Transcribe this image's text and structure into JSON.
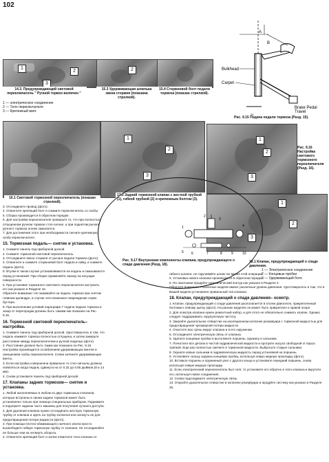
{
  "page_number": "102",
  "photos": {
    "p14_3": {
      "caption": "14.3. Предупреждающий световой переключатель \" Ручной тормоз включен \"",
      "legend": [
        "1 — электрическое соединение",
        "2 — Тело переключателя",
        "3 — Крепежный винт."
      ],
      "callouts": [
        "1",
        "2",
        "3"
      ]
    },
    "p15_3": {
      "caption": "15.3 Удерживающая шпилька звена стержня (показана стрелкой).",
      "callouts": [
        "2"
      ]
    },
    "p15_4": {
      "caption": "15.4 Стержневой болт педали тормоза (показан стрелкой)."
    },
    "p16_1": {
      "caption": "16.1 Световой тормозной переключатель (показан стрелкой)."
    },
    "p17_2": {
      "caption": "17.2 Задний тормозной клапан с жесткой трубкой (1), гибкой трубкой (2) и крепежным болтом (3).",
      "callouts": [
        "1",
        "2",
        "3"
      ]
    },
    "p18_1": {
      "caption": "18.1 Клапан, предупреждающий о спаде давления.",
      "legend": [
        "1 — Электрическое соединение",
        "2 — Концевые пробки",
        "3 — Удерживающий болт."
      ],
      "callouts": [
        "1",
        "2",
        "3"
      ]
    },
    "p9_16": {
      "caption": "Рис. 9.16 Настройка светового тормозного переключателя (Разд. 16).",
      "callouts": [
        "1",
        "2",
        "3"
      ]
    }
  },
  "figures": {
    "fig9_15": {
      "caption": "Рис. 9.15 Подача педали тормоза (Разд. 15).",
      "labels": {
        "bulkhead": "Bulkhead",
        "carpet": "Carpet",
        "travel": "Brake Pedal\nTravel",
        "a": "A",
        "b": "B"
      },
      "number": "24"
    },
    "fig9_17": {
      "caption": "Рис. 9.17 Внутренние компоненты клапана, предупреждающего о спаде давления (Разд. 18).",
      "callouts": [
        "1",
        "2",
        "3",
        "4",
        "5",
        "6",
        "7",
        "8",
        "9",
        "10"
      ]
    }
  },
  "left_column": [
    {
      "type": "p",
      "text": "3. Отсоедините провод (фото)."
    },
    {
      "type": "p",
      "text": "4. Отвинтите крепящий болт и снимите переключатель со скобы."
    },
    {
      "type": "p",
      "text": "5. Сборка производится в обратном порядке."
    },
    {
      "type": "p",
      "text": "6. Для настройки переключателя проверьте то, что при полностью отпущенном ручном тормозе стоп-сигнал, а при поднятом рычаге ручного тормоза огонек зажигается."
    },
    {
      "type": "p",
      "text": "7. Для достижения этого при необходимости сигните крепежную скобу переключателя."
    },
    {
      "type": "h",
      "text": "15. Тормозная педаль— снятие и установка."
    },
    {
      "type": "p",
      "text": "1. Снимите панель под приборной доской."
    },
    {
      "type": "p",
      "text": "2. Снимите тормозной световой переключатель."
    },
    {
      "type": "p",
      "text": "3. Отсоедините звено стержня от рычага педали тормоза (фото)."
    },
    {
      "type": "p",
      "text": "4. Отвинтите и снимите стержневой болт педали и гайку, и снимите педаль (фото)."
    },
    {
      "type": "p",
      "text": "5. Втулки в таком случае устанавливаются на педаль и смазываются перед установкой. При сборке применяйте смазку на несущие поверхности."
    },
    {
      "type": "p",
      "text": "6. При установке тормозного светового переключателя настроить его как указано в Разделе 16."
    },
    {
      "type": "p",
      "text": "Обратите внимание: Не нажимайте на педаль тормоза при снятом главном цилиндре, в случае чего возможно повреждение серво бустера."
    },
    {
      "type": "p",
      "text": "8. При выполнении условий параграфа 7 подача педали тормоза и зазор от перегородки должны быть такими как показано на Рис. 9.15."
    },
    {
      "type": "h",
      "text": "16. Тормозной световой переключатель– настройка."
    },
    {
      "type": "p",
      "text": "1. Снимите панель под приборной доской. Удостоверьтесь в том, что педаль нажмите тормоза полностью отпущена, и затем замерьте расстояние между переключателем и ручной педалью (фото)."
    },
    {
      "type": "p",
      "text": "2. Расстояние должно быть таким как показано на Рис. 9.16. Настройка производится ослаблением удерживающих винтов и смещением скобы переключателя. Снова затяните удерживающие винты."
    },
    {
      "type": "p",
      "text": "3. Если настройка совершенна правильно то стоп-сигналы должны появляться когда педаль сдвинута на от 0.32 до 0.55 дюймов (8 и 14 мм)."
    },
    {
      "type": "p",
      "text": "4. Снова установите панель под приборной доской."
    },
    {
      "type": "h",
      "text": "17. Клапаны задних тормозов— снятие и установка."
    },
    {
      "type": "p",
      "text": "1. Любой ныполняемых в любом из двух тормозных клапанов, которые встроены в линии задних тормозов может быть установлено только при помощи специальных приборов. Поднимите и подоприте заднюю часть машины для получения лучшего доступа."
    },
    {
      "type": "p",
      "text": "2. Для удаления клапана нужно отсоединить жесткую тормозную трубку от клапана и одеть на трубку колпачок или заткнуть ее для предотвращения потери жидкости (фото)."
    },
    {
      "type": "p",
      "text": "3. При помощи плотно-обжимающего гаечного ключа просто высвободите гибкую тормозную трубку от клапана. Не отсоединяйте ее больше чем на четверть оборота."
    },
    {
      "type": "p",
      "text": "4. Отвинтите крепящий болт и затем отвинтите тело клапана от"
    }
  ],
  "right_column": [
    {
      "type": "p",
      "text": "гибкого шланга, не скручивайте шланг во время этой операции."
    },
    {
      "type": "p",
      "text": "5. Установка нового клапана производится в обратном порядке."
    },
    {
      "type": "p",
      "text": "6. По окончании продуйте гидравлический контур как указано в Разделе 2."
    },
    {
      "type": "p",
      "text": "Обратите внимание: Различные модели имеют различные уровни давления. Удостоверьтесь в том, что в Вашей модели установлен правильный тип клапана."
    },
    {
      "type": "h",
      "text": "18. Клапан, предупреждающий о спаде давления– осмотр."
    },
    {
      "type": "p",
      "text": "1. Клапан, предупреждающий о спаде давления располагается в отсеке двигателя, прикрепленный болтами к левому щитку (фото). На ранних моделях он может быть прикреплен к правой опоре."
    },
    {
      "type": "p",
      "text": "2. Для осмотра клапана нужен ремонтный набор, и для этого не обязательно снимать клапан. Однако следует поддерживать скрупулезную чистоту."
    },
    {
      "type": "p",
      "text": "3. Закройте дыхательное отверстие на изоляционном колпачке резервуара с тормозной жидкостью для предотвращения чрезмерной потери жидкости."
    },
    {
      "type": "p",
      "text": "4. Очистите всю грязь вокруг клапана и в его окружении."
    },
    {
      "type": "p",
      "text": "5. Отсоедините электрическую связь от клапана."
    },
    {
      "type": "p",
      "text": "6. Удалите концевые пробки и вытолкните поршень, пружину и сальники."
    },
    {
      "type": "p",
      "text": "7. Почистите все детали в чистой гидравлической жидкости и протрите насухо свободной от ворса тряпкой. Еще раз полностью смочите в тормозной жидкости. Выбросьте старые сальники."
    },
    {
      "type": "p",
      "text": "8. Окуните новые сальники в гидравлическую жидкость перед установкой на поршень."
    },
    {
      "type": "p",
      "text": "9. Установите сальку заднюю концевую пробку, используя новую медную прокладку (фото)."
    },
    {
      "type": "p",
      "text": "10. Вставьте поршень и пружинный узел с другого конца и установите передний поршень, снова используя новую медную прокладку."
    },
    {
      "type": "p",
      "text": "11. Если электрический переключатель был снят, то установите его обратно в тело клапана и вкрутите его, используя новое соединения."
    },
    {
      "type": "p",
      "text": "12. Снова подсоедините электрическую связь."
    },
    {
      "type": "p",
      "text": "13. Откройте дыхательное отверстие в колпачке резервуара и продуйте систему как указано в Разделе 25."
    }
  ]
}
